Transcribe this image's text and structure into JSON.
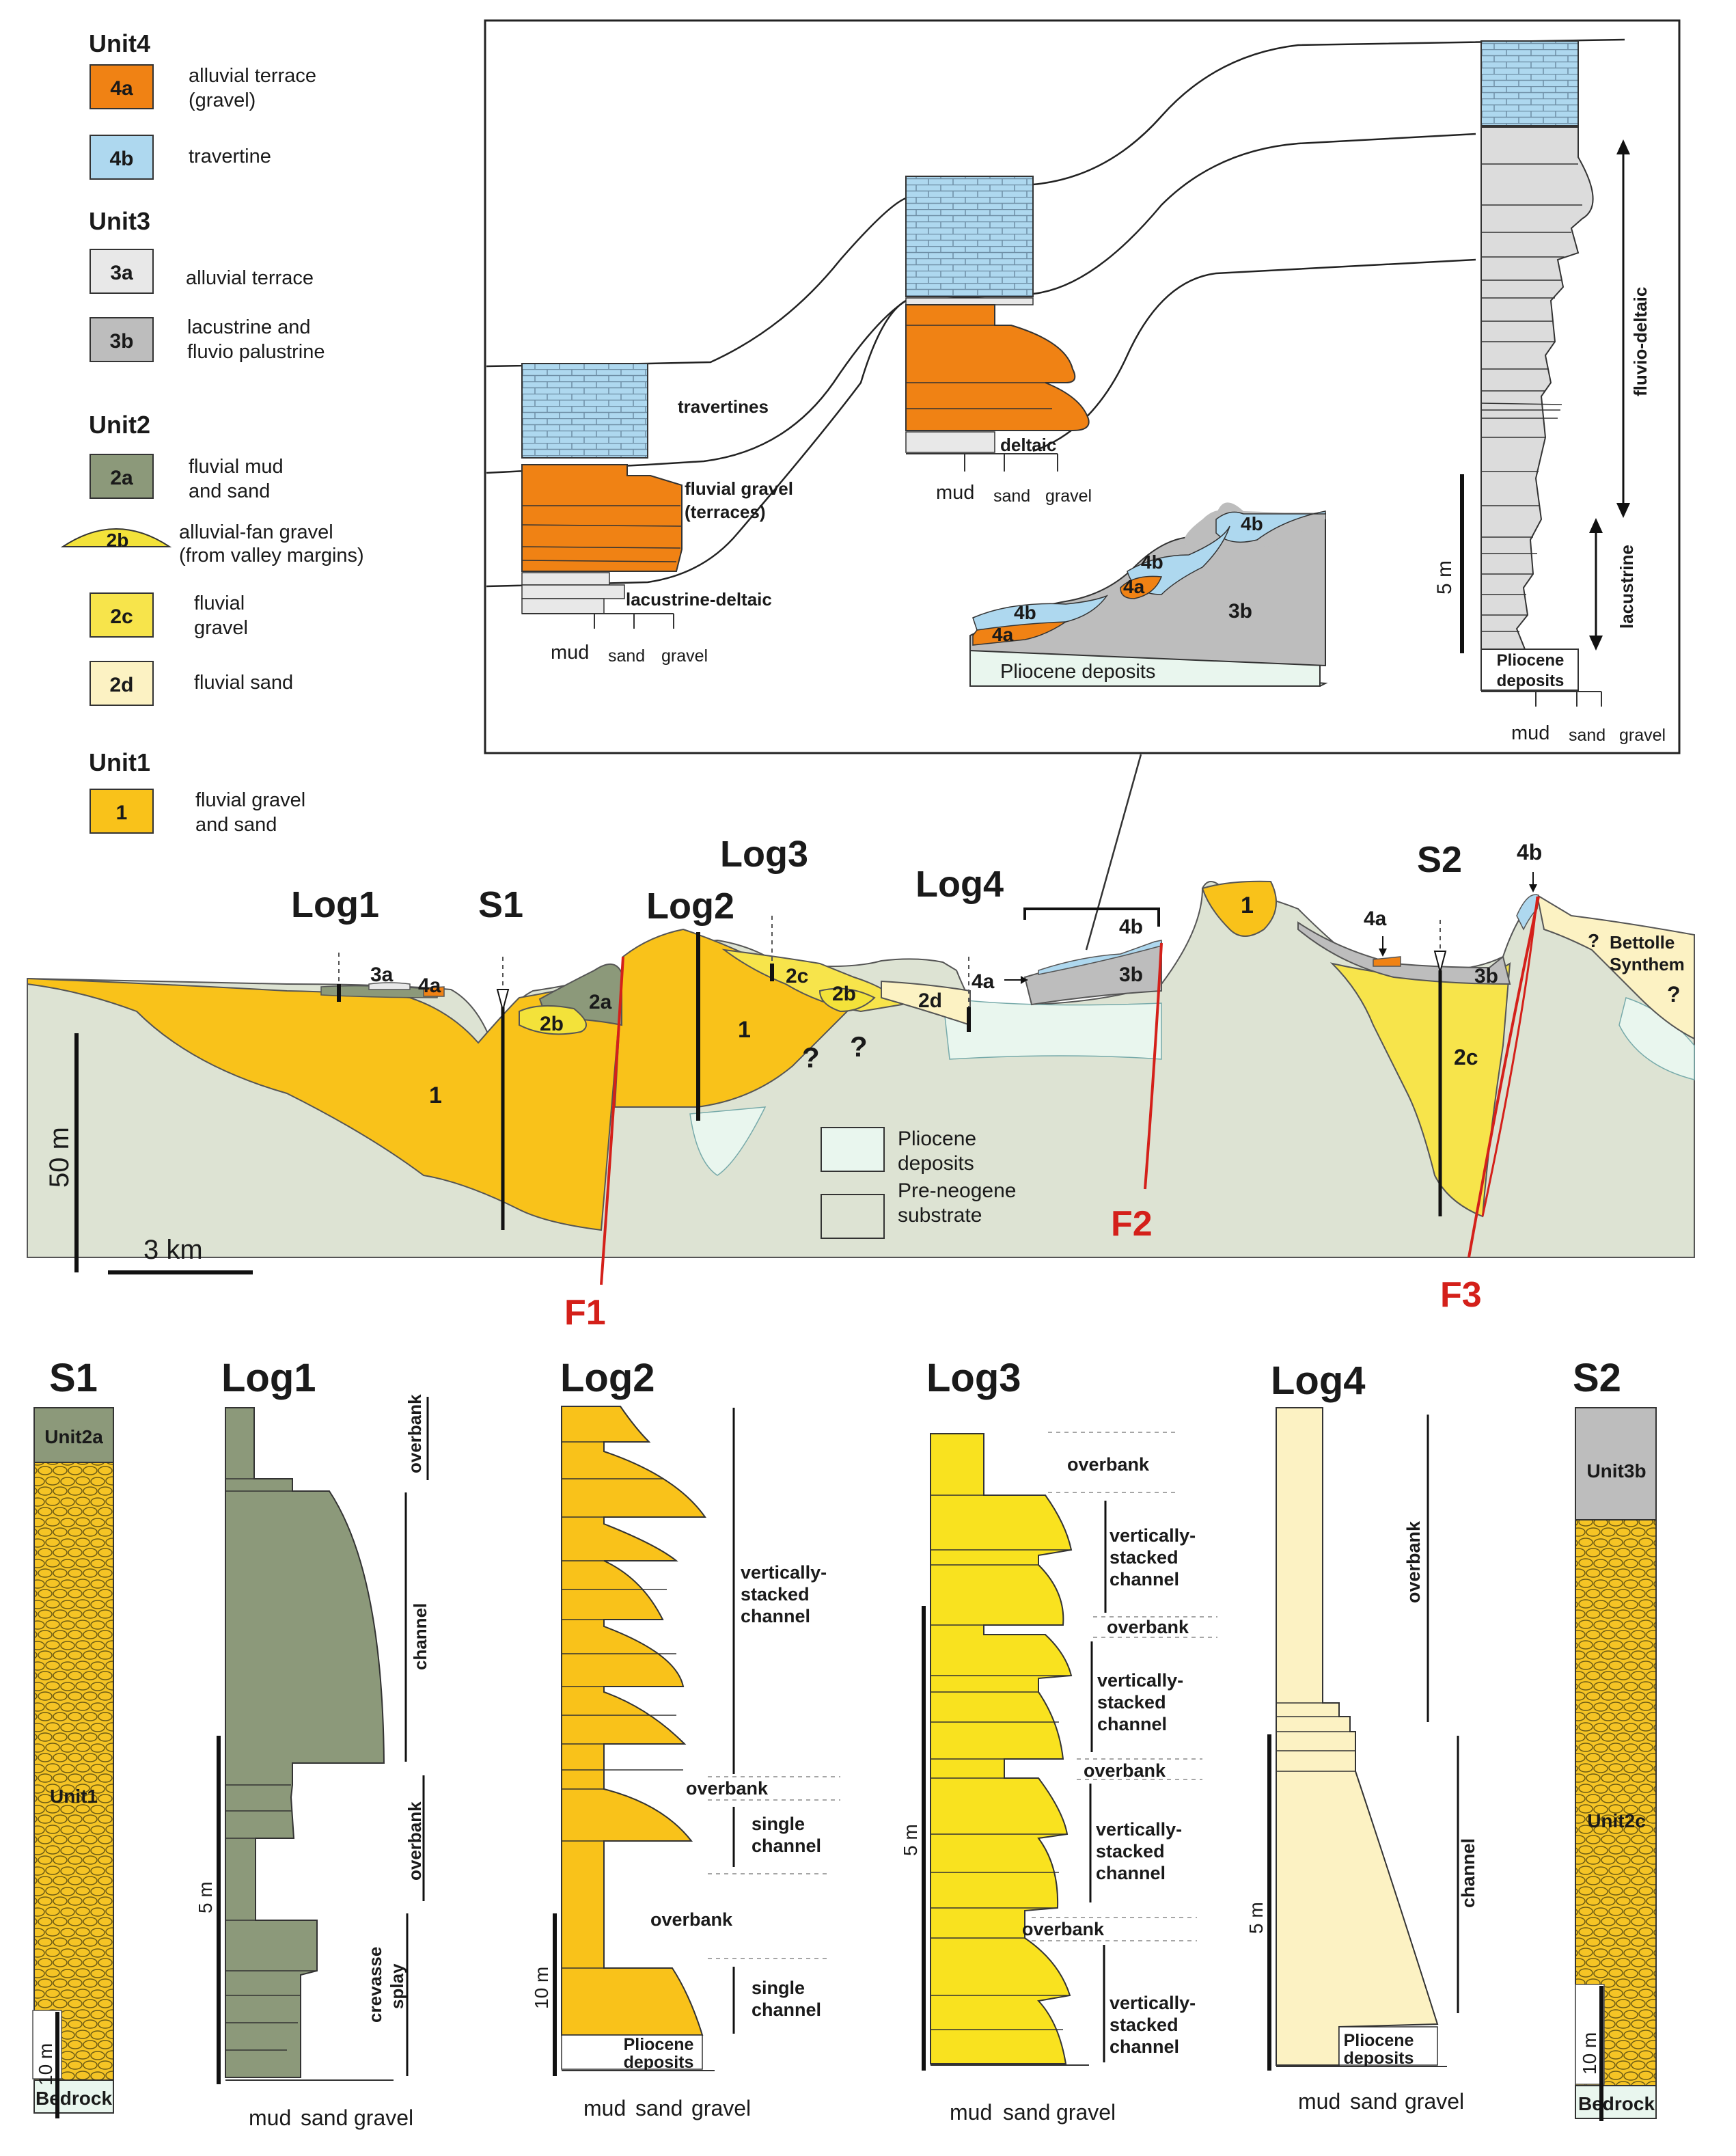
{
  "colors": {
    "u4a": "#f08214",
    "u4b": "#aed8ef",
    "u3a": "#e8e8e8",
    "u3b": "#bdbdbd",
    "u2a": "#8c997a",
    "u2b": "#f3e23a",
    "u2c": "#f7e44b",
    "u2d": "#fcf2c3",
    "u1": "#f9c21a",
    "pliocene": "#e9f6ee",
    "substrate": "#dde3d3",
    "fault": "#d4201a"
  },
  "legend": {
    "unit4": "Unit4",
    "unit3": "Unit3",
    "unit2": "Unit2",
    "unit1": "Unit1",
    "items": [
      {
        "code": "4a",
        "l1": "alluvial terrace",
        "l2": "(gravel)"
      },
      {
        "code": "4b",
        "l1": "travertine",
        "l2": ""
      },
      {
        "code": "3a",
        "l1": "alluvial terrace",
        "l2": ""
      },
      {
        "code": "3b",
        "l1": "lacustrine and",
        "l2": "fluvio palustrine"
      },
      {
        "code": "2a",
        "l1": "fluvial mud",
        "l2": "and sand"
      },
      {
        "code": "2b",
        "l1": "alluvial-fan gravel",
        "l2": "(from valley margins)"
      },
      {
        "code": "2c",
        "l1": "fluvial",
        "l2": "gravel"
      },
      {
        "code": "2d",
        "l1": "fluvial sand",
        "l2": ""
      },
      {
        "code": "1",
        "l1": "fluvial gravel",
        "l2": "and sand"
      }
    ]
  },
  "inset": {
    "travertines": "travertines",
    "fluvial_gravel": "fluvial gravel",
    "terraces": "(terraces)",
    "lacustrine_deltaic": "lacustrine-deltaic",
    "deltaic": "deltaic",
    "fluvio_deltaic": "fluvio-deltaic",
    "lacustrine": "lacustrine",
    "scale": "5 m",
    "pliocene_deposits": "Pliocene deposits",
    "pliocene_l1": "Pliocene",
    "pliocene_l2": "deposits",
    "grain": {
      "mud": "mud",
      "sand": "sand",
      "gravel": "gravel"
    }
  },
  "section": {
    "log1": "Log1",
    "s1": "S1",
    "log2": "Log2",
    "log3": "Log3",
    "log4": "Log4",
    "s2": "S2",
    "f1": "F1",
    "f2": "F2",
    "f3": "F3",
    "bettolle_l1": "Bettolle",
    "bettolle_l2": "Synthem",
    "q": "?",
    "labels": {
      "u1": "1",
      "u2a": "2a",
      "u2b": "2b",
      "u2c": "2c",
      "u2d": "2d",
      "u3a": "3a",
      "u3b": "3b",
      "u4a": "4a",
      "u4b": "4b"
    },
    "scale_v": "50 m",
    "scale_h": "3 km",
    "pliocene_l1": "Pliocene",
    "pliocene_l2": "deposits",
    "substrate_l1": "Pre-neogene",
    "substrate_l2": "substrate"
  },
  "logs": {
    "s1": "S1",
    "log1": "Log1",
    "log2": "Log2",
    "log3": "Log3",
    "log4": "Log4",
    "s2": "S2",
    "unit2a": "Unit2a",
    "unit1": "Unit1",
    "unit3b": "Unit3b",
    "unit2c": "Unit2c",
    "bedrock": "Bedrock",
    "overbank": "overbank",
    "channel": "channel",
    "crevasse": "crevasse",
    "splay": "splay",
    "vs1": "vertically-",
    "vs2": "stacked",
    "vs3": "channel",
    "single": "single",
    "scale5": "5 m",
    "scale10": "10 m",
    "pliocene_l1": "Pliocene",
    "pliocene_l2": "deposits",
    "grain": {
      "mud": "mud",
      "sand": "sand",
      "gravel": "gravel"
    }
  }
}
